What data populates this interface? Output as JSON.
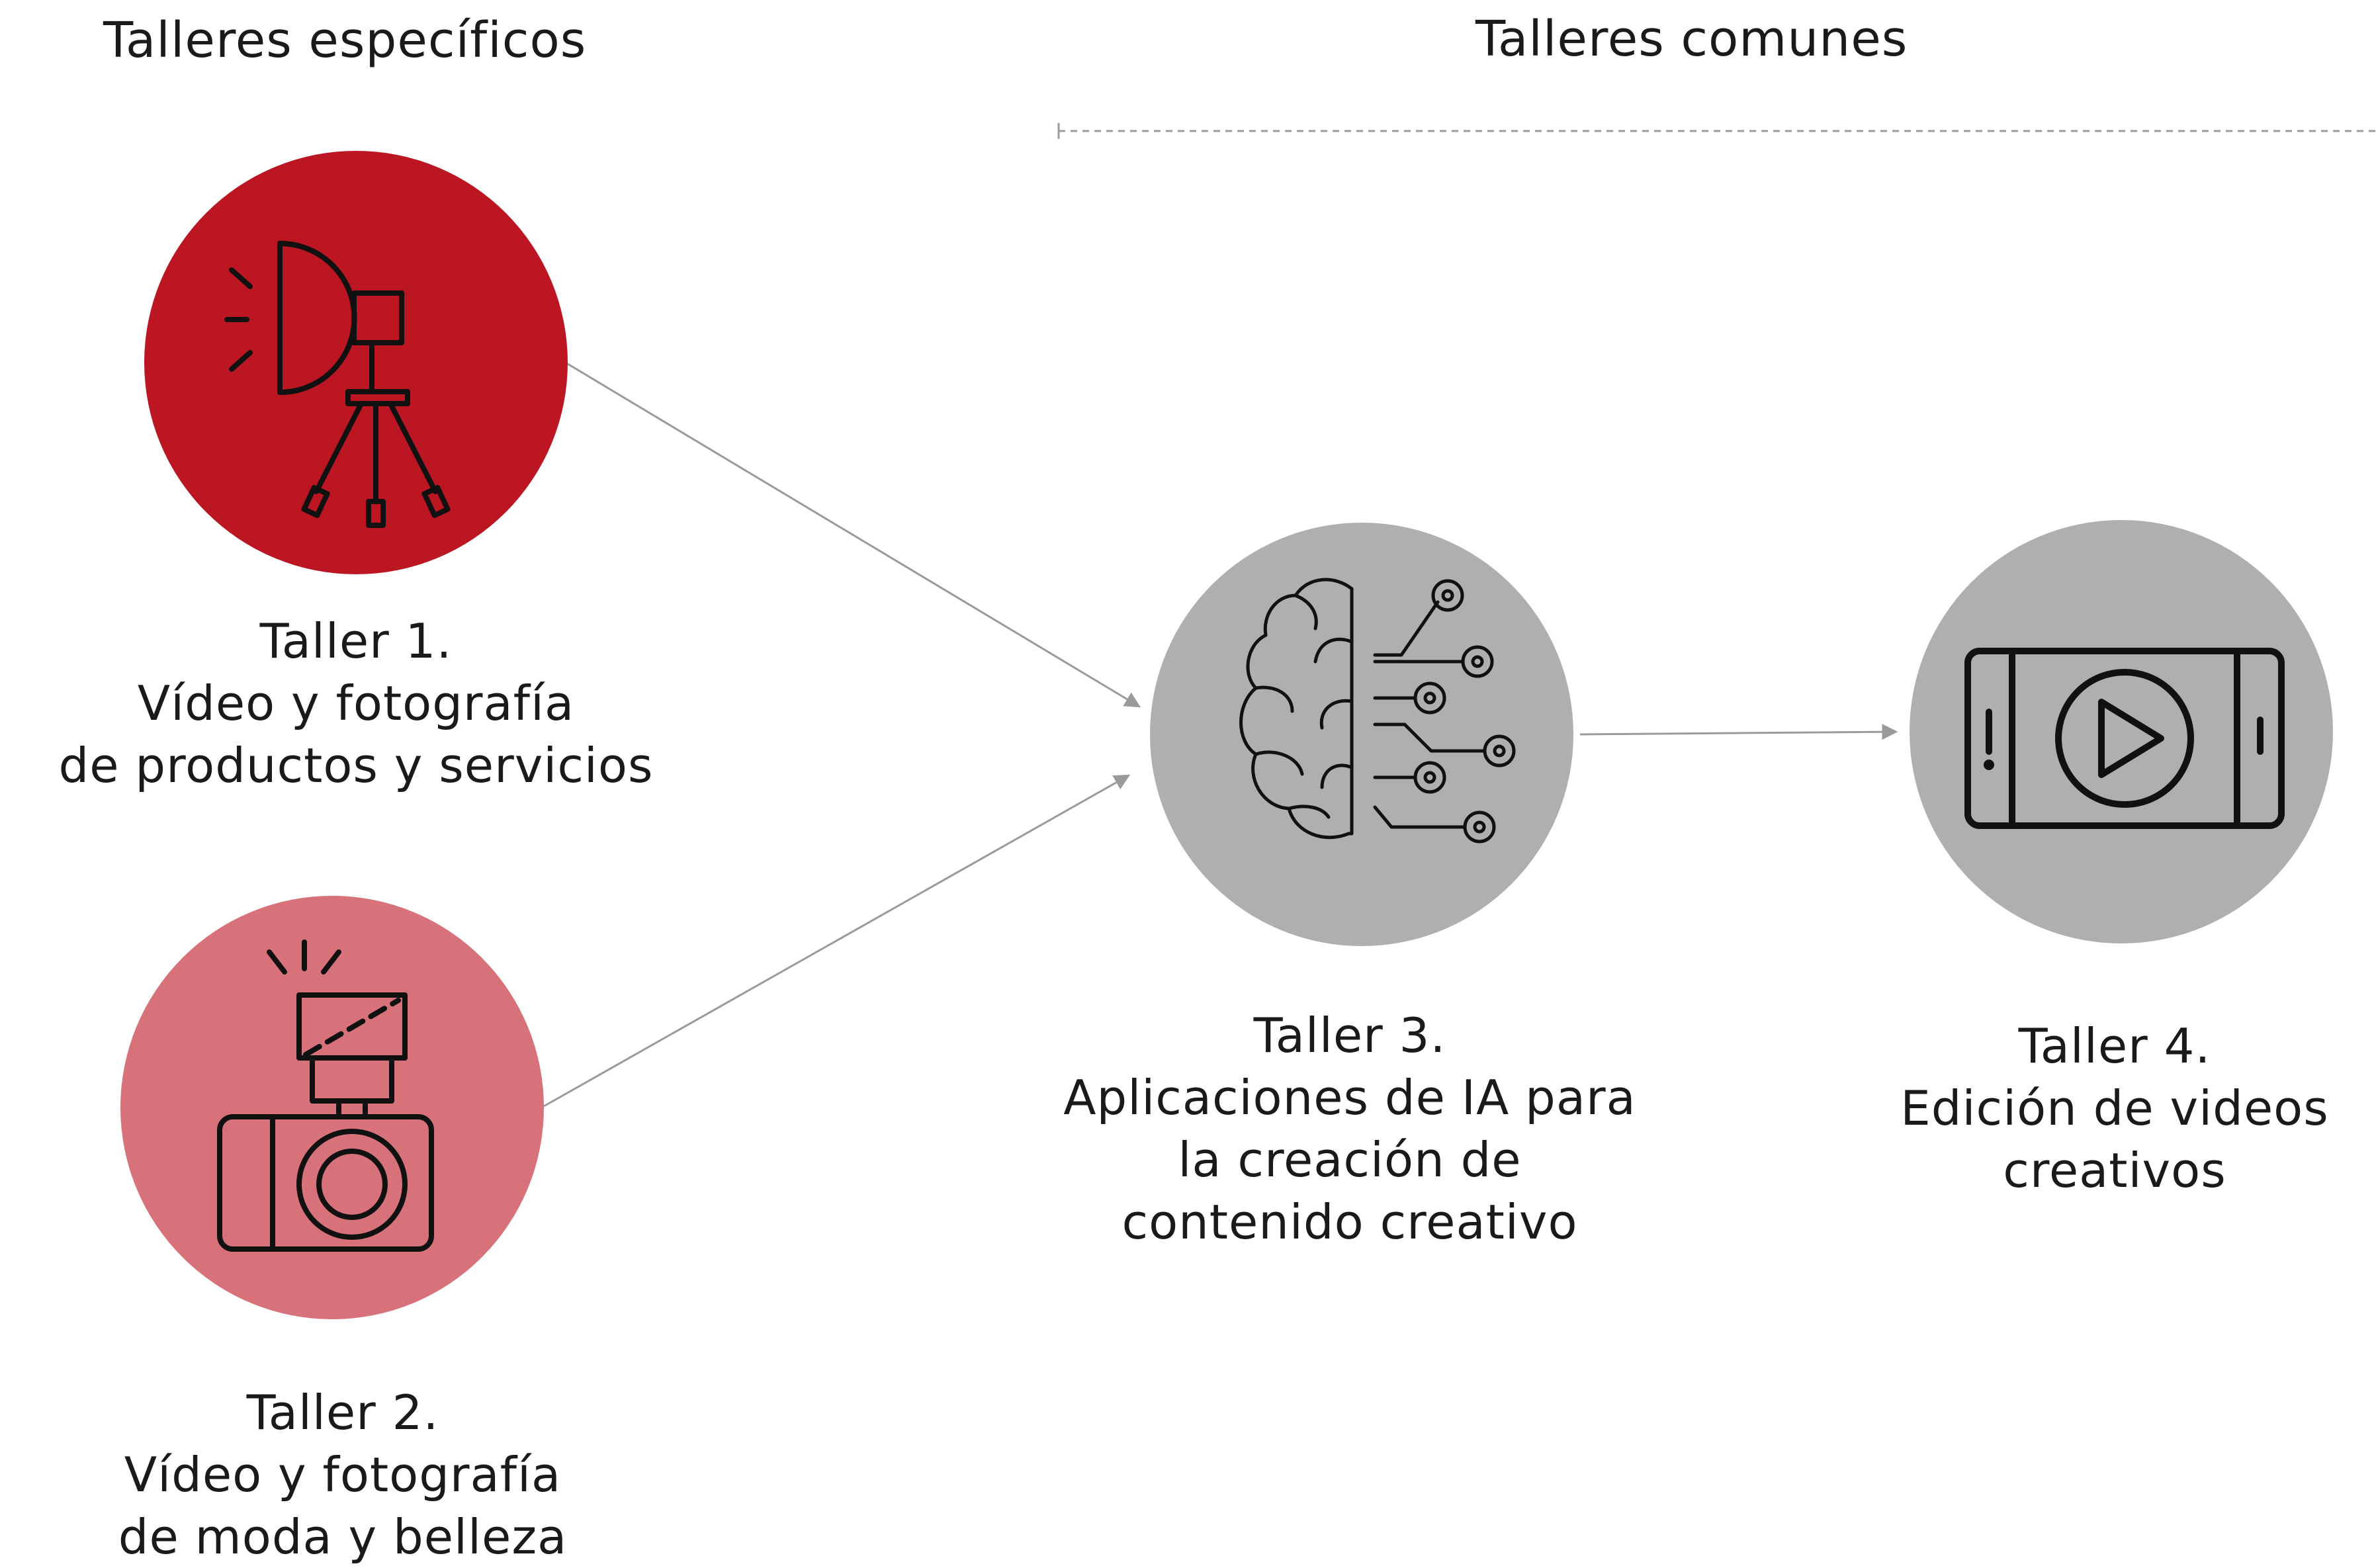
{
  "headings": {
    "specific": "Talleres específicos",
    "common": "Talleres comunes"
  },
  "workshops": [
    {
      "title": "Taller 1.",
      "lines": [
        "Vídeo y fotografía",
        "de productos y servicios"
      ],
      "color": "#BB1622",
      "icon": "studio-light-icon"
    },
    {
      "title": "Taller 2.",
      "lines": [
        "Vídeo y fotografía",
        "de moda y belleza"
      ],
      "color": "#D7727A",
      "icon": "camera-flash-icon"
    },
    {
      "title": "Taller 3.",
      "lines": [
        "Aplicaciones de IA para",
        "la creación de",
        "contenido creativo"
      ],
      "color": "#B0AFAE",
      "icon": "ai-brain-circuit-icon"
    },
    {
      "title": "Taller 4.",
      "lines": [
        "Edición de videos",
        "creativos"
      ],
      "color": "#B0AFAE",
      "icon": "phone-video-play-icon"
    }
  ],
  "colors": {
    "connector": "#9a9a9a",
    "divider": "#9a9a9a",
    "icon_stroke": "#111111"
  }
}
